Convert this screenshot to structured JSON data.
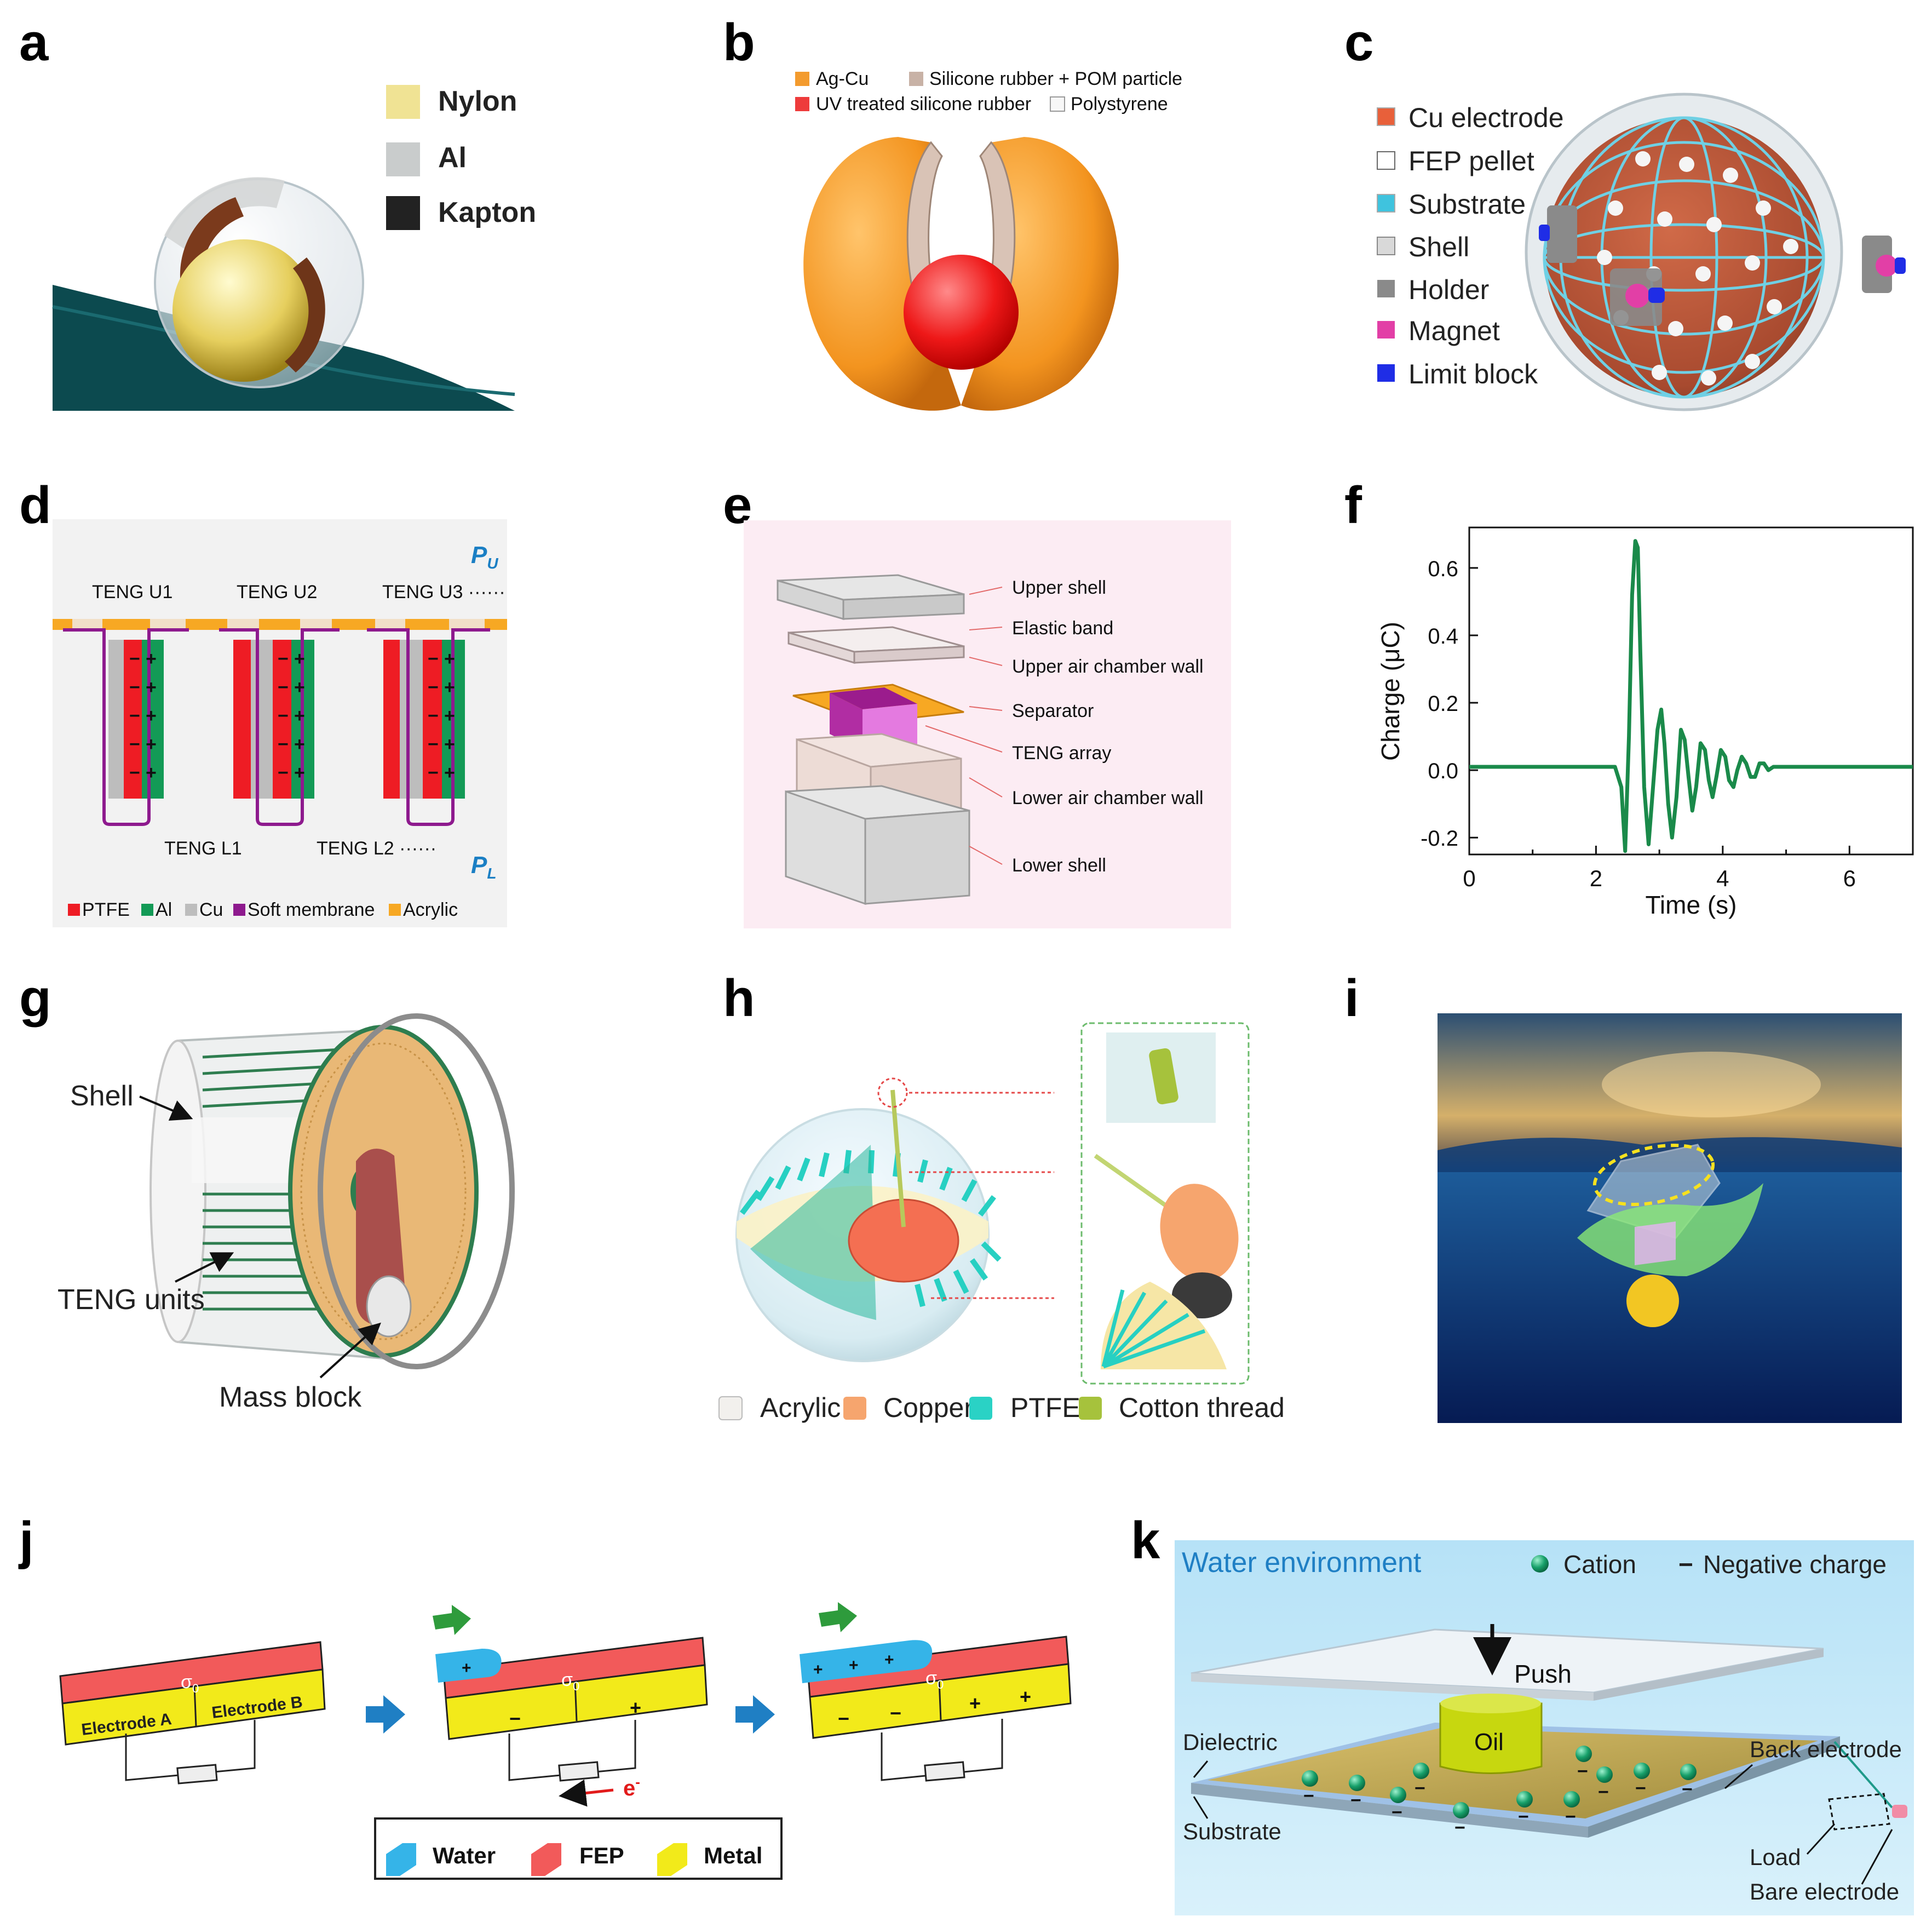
{
  "panels": {
    "a": {
      "label": "a",
      "legend": [
        {
          "name": "Nylon",
          "color": "#f0e394"
        },
        {
          "name": "Al",
          "color": "#c9cccc"
        },
        {
          "name": "Kapton",
          "color": "#222222"
        }
      ]
    },
    "b": {
      "label": "b",
      "legend": [
        {
          "name": "Ag-Cu",
          "color": "#f39b2e"
        },
        {
          "name": "Silicone rubber + POM particle",
          "color": "#c8b2a6"
        },
        {
          "name": "UV treated silicone rubber",
          "color": "#ee3b3b"
        },
        {
          "name": "Polystyrene",
          "color": "#f7f7f7"
        }
      ]
    },
    "c": {
      "label": "c",
      "legend": [
        {
          "name": "Cu electrode",
          "color": "#e8603a"
        },
        {
          "name": "FEP pellet",
          "color": "#ffffff"
        },
        {
          "name": "Substrate",
          "color": "#3fc3de"
        },
        {
          "name": "Shell",
          "color": "#d9d9d9"
        },
        {
          "name": "Holder",
          "color": "#8a8a8a"
        },
        {
          "name": "Magnet",
          "color": "#e23fa6"
        },
        {
          "name": "Limit block",
          "color": "#1f2de6"
        }
      ]
    },
    "d": {
      "label": "d",
      "pu": "P",
      "pu_sub": "U",
      "pl": "P",
      "pl_sub": "L",
      "top_units": [
        "TENG U1",
        "TENG U2",
        "TENG U3 ······"
      ],
      "bottom_units": [
        "TENG L1",
        "TENG L2 ······"
      ],
      "signs": {
        "minus": "−",
        "plus": "+"
      },
      "legend": [
        {
          "name": "PTFE",
          "color": "#ee1c24"
        },
        {
          "name": "Al",
          "color": "#139a56"
        },
        {
          "name": "Cu",
          "color": "#bdbdbd"
        },
        {
          "name": "Soft membrane",
          "color": "#8e1a8e"
        },
        {
          "name": "Acrylic",
          "color": "#f7a823"
        }
      ]
    },
    "e": {
      "label": "e",
      "layers": [
        "Upper shell",
        "Elastic band",
        "Upper air chamber wall",
        "Separator",
        "TENG array",
        "Lower air chamber wall",
        "Lower shell"
      ]
    },
    "f": {
      "label": "f"
    },
    "g": {
      "label": "g",
      "callouts": [
        "Shell",
        "TENG units",
        "Mass block"
      ]
    },
    "h": {
      "label": "h",
      "legend": [
        {
          "name": "Acrylic",
          "color": "#f2f0ed"
        },
        {
          "name": "Copper",
          "color": "#f6a56e"
        },
        {
          "name": "PTFE",
          "color": "#2ad2c5"
        },
        {
          "name": "Cotton thread",
          "color": "#a6c23c"
        }
      ]
    },
    "i": {
      "label": "i"
    },
    "j": {
      "label": "j",
      "sigma": "σ",
      "sigma_sub": "0",
      "electrode_a": "Electrode A",
      "electrode_b": "Electrode B",
      "electron": "e",
      "electron_sup": "-",
      "signs": {
        "minus": "−",
        "plus": "+"
      },
      "legend": [
        {
          "name": "Water",
          "color": "#35b4e8"
        },
        {
          "name": "FEP",
          "color": "#f25a5a"
        },
        {
          "name": "Metal",
          "color": "#f2ea1a"
        }
      ]
    },
    "k": {
      "label": "k",
      "env_title": "Water environment",
      "cation": "Cation",
      "neg_sign": "−",
      "negative": "Negative charge",
      "push": "Push",
      "oil": "Oil",
      "labels": [
        "Dielectric",
        "Substrate",
        "Back electrode",
        "Load",
        "Bare electrode"
      ]
    }
  },
  "chart_data": {
    "type": "line",
    "xlabel": "Time (s)",
    "ylabel": "Charge (μC)",
    "xlim": [
      0,
      7
    ],
    "ylim": [
      -0.25,
      0.72
    ],
    "xticks": [
      0,
      2,
      4,
      6
    ],
    "yticks": [
      -0.2,
      0.0,
      0.2,
      0.4,
      0.6
    ],
    "ytick_labels": [
      "-0.2",
      "0.0",
      "0.2",
      "0.4",
      "0.6"
    ],
    "line_color": "#1a8a4a",
    "series": [
      {
        "x": [
          0,
          0.5,
          1.0,
          1.5,
          2.0,
          2.3,
          2.4,
          2.46,
          2.52,
          2.57,
          2.62,
          2.66,
          2.7,
          2.76,
          2.83,
          2.9,
          2.97,
          3.03,
          3.08,
          3.14,
          3.2,
          3.27,
          3.34,
          3.4,
          3.46,
          3.52,
          3.58,
          3.65,
          3.72,
          3.78,
          3.84,
          3.9,
          3.97,
          4.04,
          4.1,
          4.17,
          4.23,
          4.3,
          4.37,
          4.44,
          4.51,
          4.58,
          4.65,
          4.72,
          4.8,
          4.9,
          5.0,
          5.2,
          5.5,
          6.0,
          6.5,
          7.0
        ],
        "y": [
          0.01,
          0.01,
          0.01,
          0.01,
          0.01,
          0.01,
          -0.05,
          -0.24,
          0.1,
          0.52,
          0.68,
          0.66,
          0.35,
          -0.05,
          -0.22,
          -0.05,
          0.12,
          0.18,
          0.08,
          -0.1,
          -0.2,
          -0.08,
          0.12,
          0.09,
          -0.02,
          -0.12,
          -0.05,
          0.08,
          0.06,
          -0.03,
          -0.08,
          -0.02,
          0.06,
          0.04,
          -0.03,
          -0.05,
          0.0,
          0.04,
          0.02,
          -0.02,
          -0.02,
          0.02,
          0.02,
          0.0,
          0.01,
          0.01,
          0.01,
          0.01,
          0.01,
          0.01,
          0.01,
          0.01
        ]
      }
    ]
  }
}
